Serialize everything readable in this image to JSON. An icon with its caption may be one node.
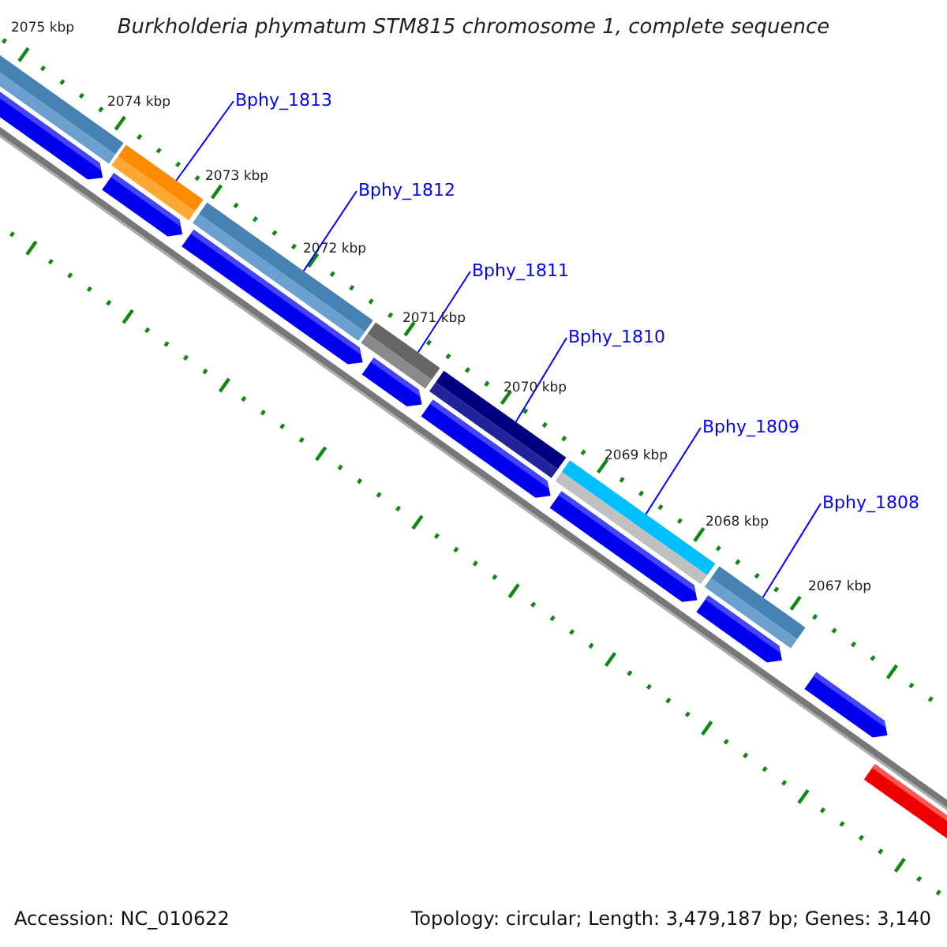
{
  "diagram": {
    "title": "Burkholderia phymatum STM815 chromosome 1, complete sequence",
    "nodes": [
      {
        "text": [
          "Bphy_1813"
        ]
      },
      {
        "text": [
          "Bphy_1812"
        ]
      },
      {
        "text": [
          "Bphy_1811"
        ]
      },
      {
        "text": [
          "Bphy_1810"
        ]
      },
      {
        "text": [
          "Bphy_1809"
        ]
      },
      {
        "text": [
          "Bphy_1808"
        ]
      },
      {
        "text": [],
        "shape": "bar"
      },
      {
        "text": [],
        "shape": "bar"
      },
      {
        "text": [],
        "shape": "bar"
      },
      {
        "text": [],
        "shape": "bar"
      },
      {
        "text": [],
        "shape": "bar"
      },
      {
        "text": [],
        "shape": "bar"
      }
    ],
    "edges": [
      {
        "from": 0,
        "to": 6,
        "arrow": "none"
      },
      {
        "from": 1,
        "to": 7,
        "arrow": "none"
      },
      {
        "from": 2,
        "to": 8,
        "arrow": "none"
      },
      {
        "from": 3,
        "to": 9,
        "arrow": "none"
      },
      {
        "from": 4,
        "to": 10,
        "arrow": "none"
      },
      {
        "from": 5,
        "to": 11,
        "arrow": "none"
      }
    ],
    "labels": [
      "2075 kbp",
      "2074 kbp",
      "2073 kbp",
      "2072 kbp",
      "2071 kbp",
      "2070 kbp",
      "2069 kbp",
      "2068 kbp",
      "2067 kbp",
      "Accession: NC_010622",
      "Topology: circular; Length: 3,479,187 bp; Genes: 3,140"
    ]
  }
}
